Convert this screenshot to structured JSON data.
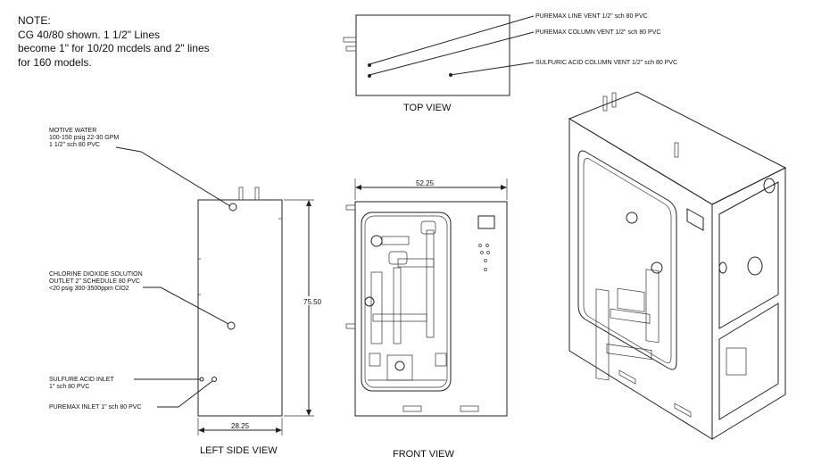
{
  "note": {
    "heading": "NOTE:",
    "lines": [
      "CG  40/80 shown.  1 1/2\" Lines",
      "become 1\" for 10/20 mcdels and 2\" lines",
      "for 160 models."
    ]
  },
  "top_view": {
    "title": "TOP VIEW",
    "callouts": [
      "PUREMAX LINE VENT 1/2\" sch 80 PVC",
      "PUREMAX COLUMN VENT 1/2\" sch 80 PVC",
      "SULFURIC ACID COLUMN VENT 1/2\" sch 80 PVC"
    ]
  },
  "left_side_view": {
    "title": "LEFT SIDE VIEW",
    "motive_water": [
      "MOTIVE WATER",
      "100-150 psig 22-30 GPM",
      "1 1/2\" sch 80 PVC"
    ],
    "chlorine_dioxide": [
      "CHLORINE DIOXIDE SOLUTION",
      "OUTLET 2\" SCHEDULE 80 PVC",
      "<20 psig 300-3500ppm ClO2"
    ],
    "sulfure_acid": [
      "SULFURE ACID INLET",
      "1\" sch 80 PVC"
    ],
    "puremax_inlet": "PUREMAX INLET 1\" sch 80 PVC",
    "dim_height": "75.50",
    "dim_depth": "28.25"
  },
  "front_view": {
    "title": "FRONT VIEW",
    "dim_width": "52.25"
  }
}
